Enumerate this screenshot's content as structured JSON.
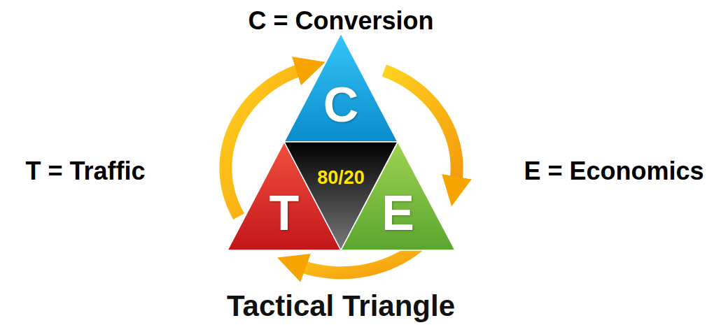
{
  "diagram": {
    "title": "Tactical Triangle",
    "nodes": [
      {
        "text": [
          "C"
        ]
      },
      {
        "text": [
          "T"
        ]
      },
      {
        "text": [
          "80/20"
        ]
      },
      {
        "text": [
          "E"
        ]
      }
    ],
    "edges": [
      {
        "from": 1,
        "to": 0,
        "arrow": "to"
      },
      {
        "from": 0,
        "to": 3,
        "arrow": "to"
      },
      {
        "from": 3,
        "to": 1,
        "arrow": "to"
      }
    ],
    "labels": [
      "C = Conversion",
      "T = Traffic",
      "E = Economics"
    ]
  }
}
